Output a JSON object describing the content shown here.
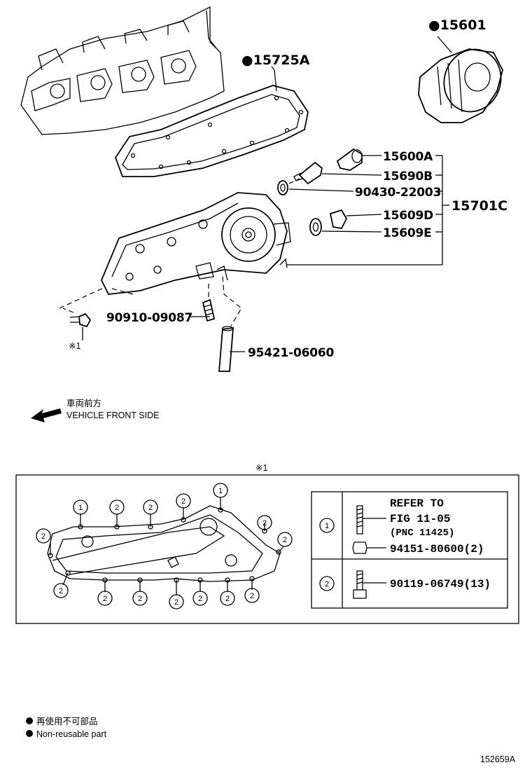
{
  "parts": {
    "oil_filter": "15601",
    "gasket": "15725A",
    "p1": "15600A",
    "p2": "15690B",
    "p3": "90430-22003",
    "p4": "15609D",
    "p5": "15609E",
    "assembly": "15701C",
    "stud": "90910-09087",
    "pipe": "95421-06060"
  },
  "markers": {
    "non_reusable": "●",
    "ref": "※1"
  },
  "front_label": {
    "jp": "車両前方",
    "en": "VEHICLE FRONT SIDE"
  },
  "detail": {
    "title": "※1",
    "numbers": [
      "1",
      "2"
    ],
    "table": {
      "row1": {
        "key": "1",
        "ref_line1": "REFER TO",
        "ref_line2": "FIG 11-05",
        "ref_line3": "(PNC 11425)",
        "part": "94151-80600(2)"
      },
      "row2": {
        "key": "2",
        "part": "90119-06749(13)"
      }
    }
  },
  "legend": {
    "jp": "再使用不可部品",
    "en": "Non-reusable part"
  },
  "figure_code": "152659A"
}
